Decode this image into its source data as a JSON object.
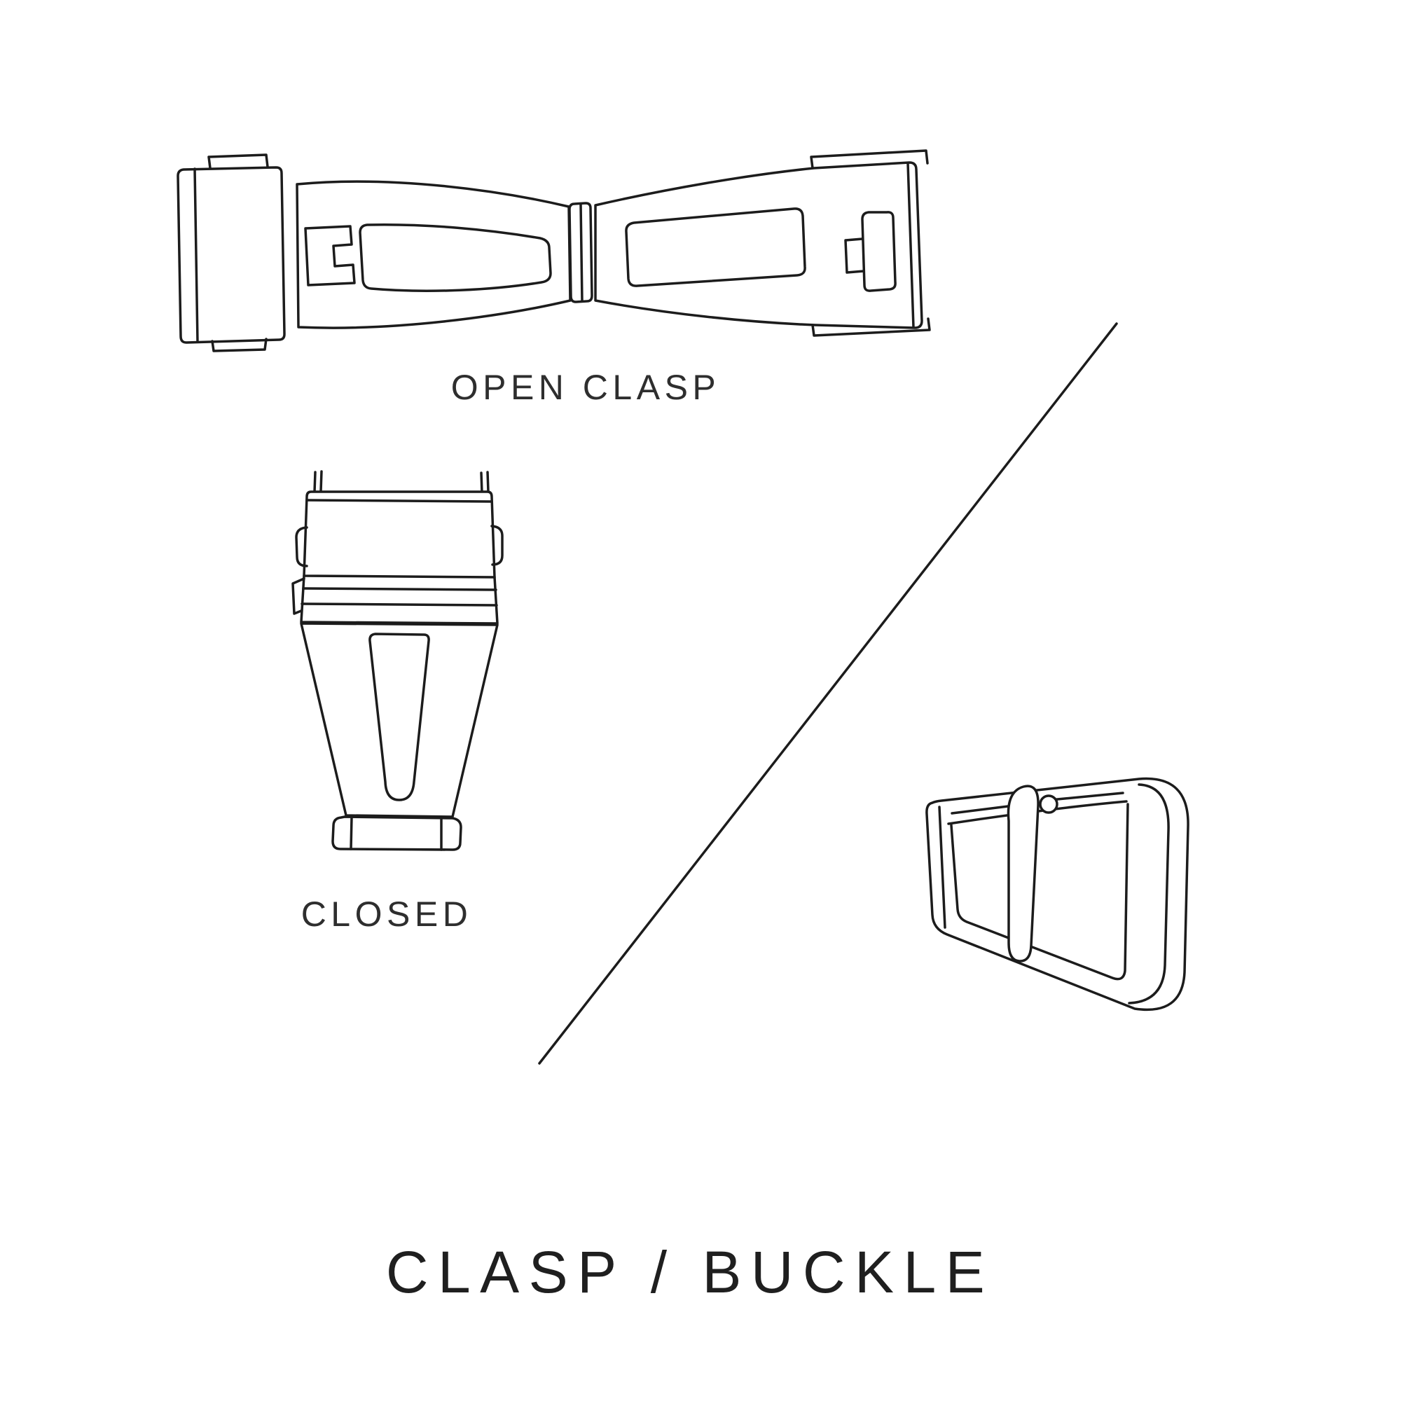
{
  "title": {
    "text": "CLASP / BUCKLE"
  },
  "labels": {
    "open_clasp": "OPEN CLASP",
    "closed": "CLOSED"
  },
  "colors": {
    "background": "#ffffff",
    "line": "#1c1c1c",
    "text": "#2e2e2e"
  },
  "illustrations": [
    "open-clasp-illustration",
    "closed-clasp-illustration",
    "buckle-illustration",
    "diagonal-divider-line"
  ]
}
